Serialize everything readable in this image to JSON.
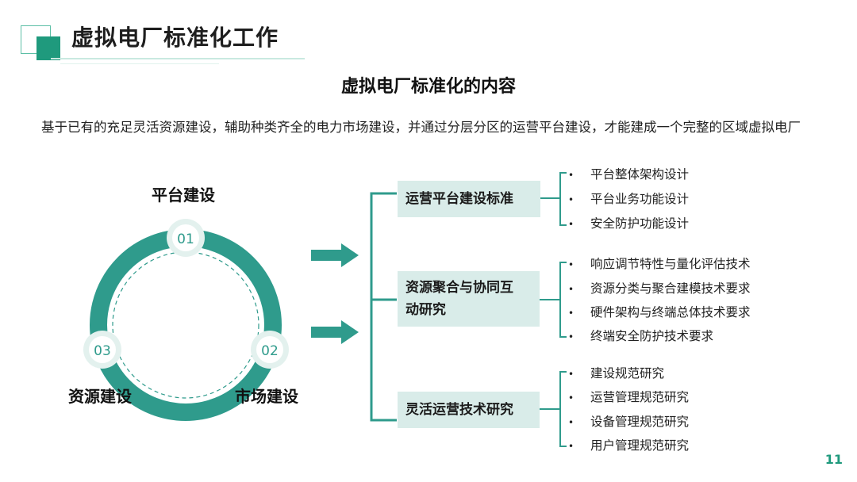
{
  "header": {
    "title": "虚拟电厂标准化工作"
  },
  "section_title": "虚拟电厂标准化的内容",
  "intro_text": "基于已有的充足灵活资源建设，辅助种类齐全的电力市场建设，并通过分层分区的运营平台建设，才能建成一个完整的区域虚拟电厂",
  "cycle": {
    "nodes": [
      {
        "number": "01",
        "label": "平台建设"
      },
      {
        "number": "02",
        "label": "市场建设"
      },
      {
        "number": "03",
        "label": "资源建设"
      }
    ]
  },
  "categories": [
    {
      "label": "运营平台建设标准",
      "items": [
        "平台整体架构设计",
        "平台业务功能设计",
        "安全防护功能设计"
      ]
    },
    {
      "label": "资源聚合与协同互动研究",
      "items": [
        "响应调节特性与量化评估技术",
        "资源分类与聚合建模技术要求",
        "硬件架构与终端总体技术要求",
        "终端安全防护技术要求"
      ]
    },
    {
      "label": "灵活运营技术研究",
      "items": [
        "建设规范研究",
        "运营管理规范研究",
        "设备管理规范研究",
        "用户管理规范研究"
      ]
    }
  ],
  "bullet_symbol": "•",
  "page_number": "11",
  "colors": {
    "primary": "#1f9a7d",
    "ring": "#2f9b8c",
    "box_bg": "#d9ece9"
  }
}
